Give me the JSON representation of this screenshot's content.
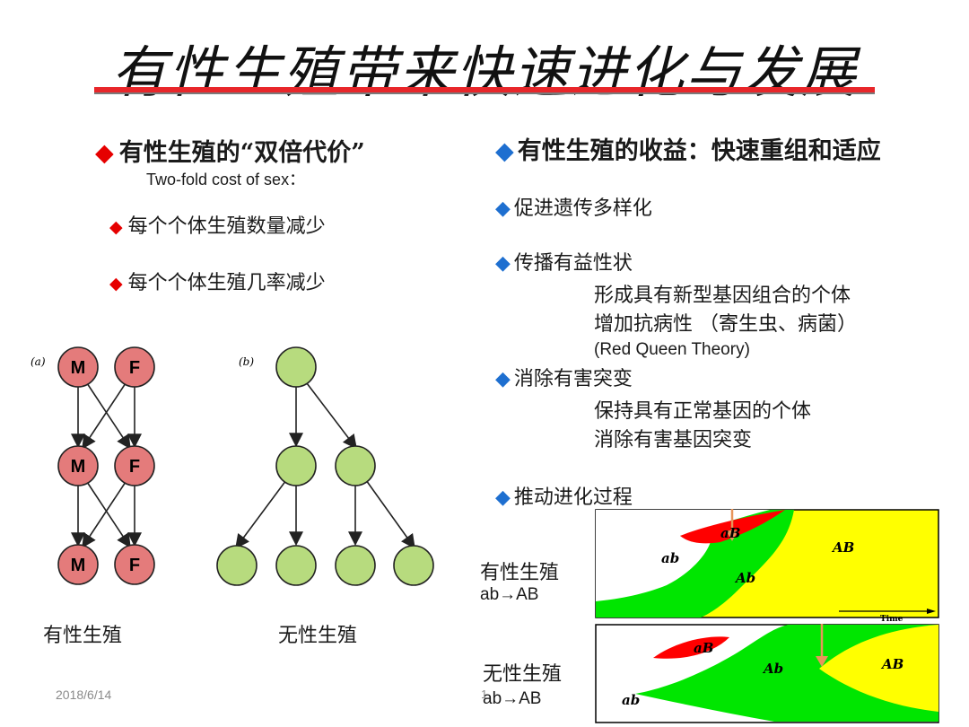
{
  "title": "有性生殖带来快速进化与发展",
  "left": {
    "heading": "有性生殖的“双倍代价”",
    "subheading": "Two-fold cost of sex：",
    "points": [
      "每个个体生殖数量减少",
      "每个个体生殖几率减少"
    ]
  },
  "right": {
    "heading": "有性生殖的收益：快速重组和适应",
    "items": [
      {
        "label": "促进遗传多样化",
        "details": []
      },
      {
        "label": "传播有益性状",
        "details": [
          "形成具有新型基因组合的个体",
          "增加抗病性 （寄生虫、病菌）",
          "(Red Queen Theory)"
        ]
      },
      {
        "label": "消除有害突变",
        "details": [
          "保持具有正常基因的个体",
          "消除有害基因突变"
        ]
      },
      {
        "label": "推动进化过程",
        "details": []
      }
    ]
  },
  "diagram": {
    "panel_a_label": "(a)",
    "panel_b_label": "(b)",
    "male": "M",
    "female": "F",
    "caption_sexual": "有性生殖",
    "caption_asexual": "无性生殖"
  },
  "evolution": {
    "sexual_label": "有性生殖",
    "sexual_sub": "ab→AB",
    "asexual_label": "无性生殖",
    "asexual_sub": "ab→AB",
    "time_label": "Time",
    "genotypes": {
      "ab": "ab",
      "aB": "aB",
      "Ab": "Ab",
      "AB": "AB"
    }
  },
  "footer": {
    "date": "2018/6/14",
    "page": "1"
  },
  "colors": {
    "red_node": "#e47b7b",
    "green_node": "#b7db7e",
    "accent_red": "#e8262a",
    "bullet_blue": "#1e6fd0",
    "arrow_orange": "#e8955a"
  }
}
